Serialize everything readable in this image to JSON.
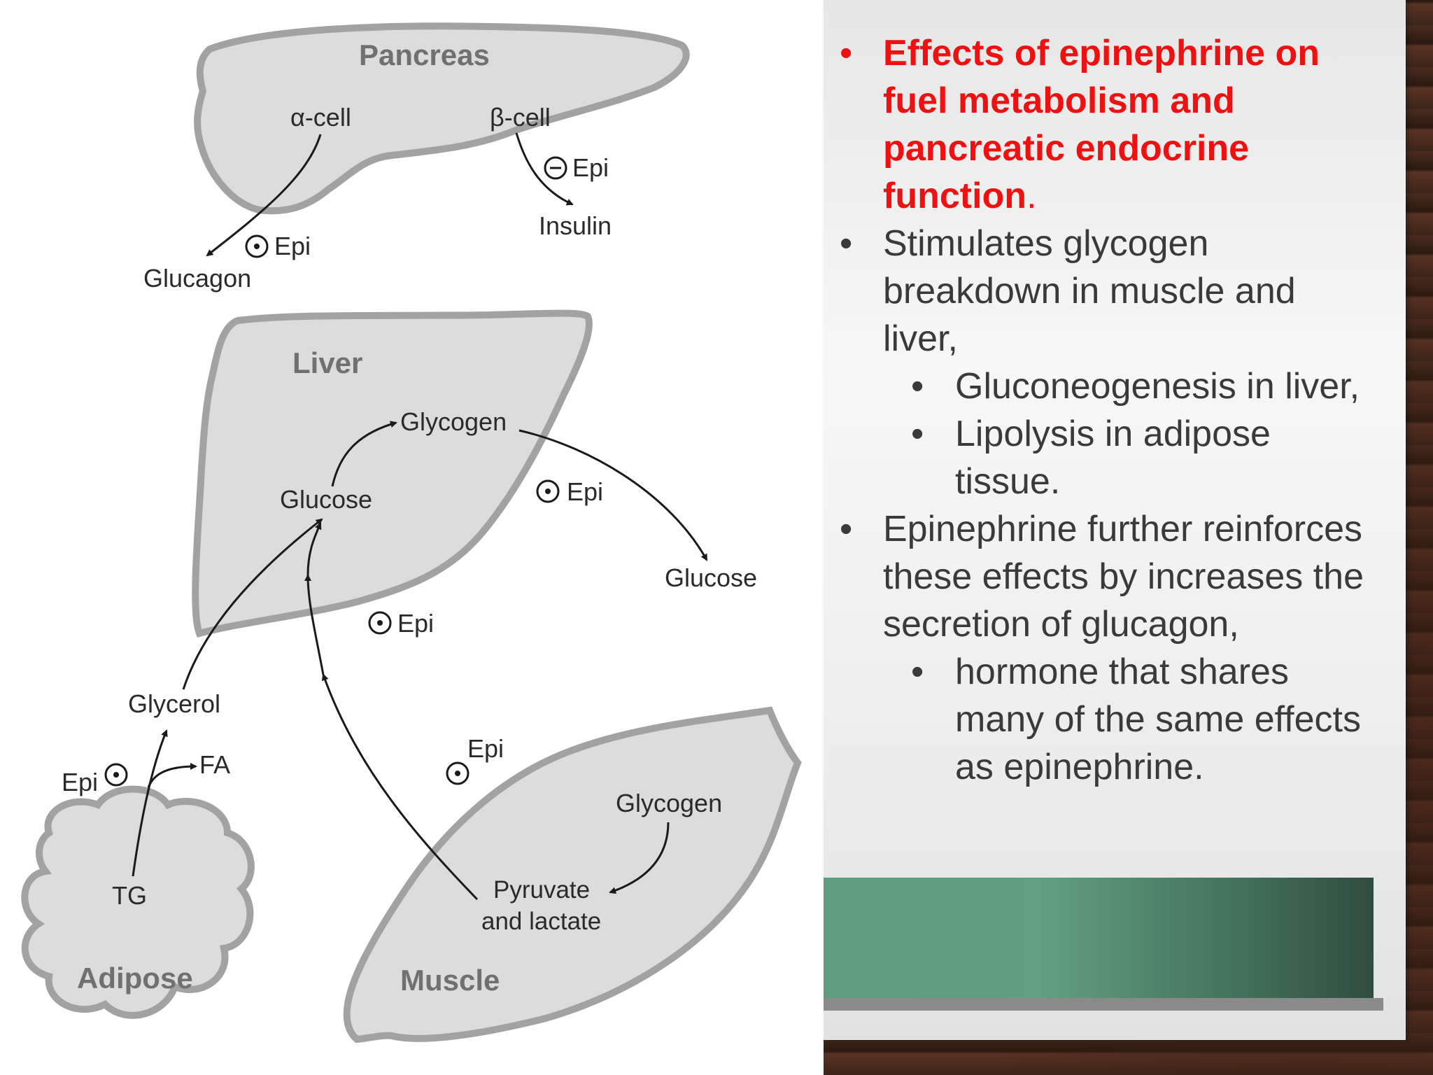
{
  "diagram": {
    "pancreas": {
      "title": "Pancreas",
      "alpha_cell": "α-cell",
      "beta_cell": "β-cell",
      "minus_epi": "Epi",
      "insulin": "Insulin",
      "plus_epi": "Epi",
      "glucagon": "Glucagon"
    },
    "liver": {
      "title": "Liver",
      "glycogen": "Glycogen",
      "glucose": "Glucose",
      "plus_epi_right": "Epi",
      "glucose_out": "Glucose",
      "plus_epi_below": "Epi"
    },
    "adipose": {
      "title": "Adipose",
      "glycerol": "Glycerol",
      "epi": "Epi",
      "fa": "FA",
      "tg": "TG"
    },
    "muscle": {
      "title": "Muscle",
      "epi": "Epi",
      "glycogen": "Glycogen",
      "pyruvate_line1": "Pyruvate",
      "pyruvate_line2": "and lactate"
    }
  },
  "slide": {
    "heading": "Effects of epinephrine on fuel metabolism and pancreatic endocrine function",
    "heading_period": ".",
    "bullets": [
      {
        "level": 1,
        "text": "Stimulates glycogen breakdown in muscle and liver,"
      },
      {
        "level": 2,
        "text": "Gluconeogenesis in liver,"
      },
      {
        "level": 2,
        "text": "Lipolysis in adipose tissue."
      },
      {
        "level": 1,
        "text": "Epinephrine further reinforces these effects by increases the secretion of glucagon,"
      },
      {
        "level": 2,
        "text": "hormone that shares many of the same effects as epinephrine."
      }
    ],
    "bullet_glyph": "•"
  },
  "colors": {
    "heading": "#ee1111",
    "body_text": "#3a3a3a",
    "green_band": "#5e9c7c",
    "organ_fill": "#dcdcdc",
    "organ_outline": "#9a9a9a"
  }
}
